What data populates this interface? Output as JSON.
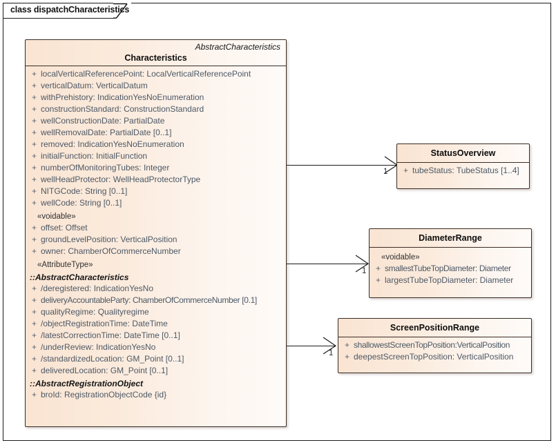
{
  "frame": {
    "label": "class dispatchCharacteristics"
  },
  "classes": {
    "characteristics": {
      "parent_name": "AbstractCharacteristics",
      "name": "Characteristics",
      "sections": [
        {
          "kind": "attrs",
          "items": [
            {
              "vis": "+",
              "text": "localVerticalReferencePoint: LocalVerticalReferencePoint"
            },
            {
              "vis": "+",
              "text": "verticalDatum: VerticalDatum"
            },
            {
              "vis": "+",
              "text": "withPrehistory: IndicationYesNoEnumeration"
            },
            {
              "vis": "+",
              "text": "constructionStandard: ConstructionStandard"
            },
            {
              "vis": "+",
              "text": "wellConstructionDate: PartialDate"
            },
            {
              "vis": "+",
              "text": "wellRemovalDate: PartialDate [0..1]"
            },
            {
              "vis": "+",
              "text": "removed: IndicationYesNoEnumeration"
            },
            {
              "vis": "+",
              "text": "initialFunction: InitialFunction"
            },
            {
              "vis": "+",
              "text": "numberOfMonitoringTubes: Integer"
            },
            {
              "vis": "+",
              "text": "wellHeadProtector: WellHeadProtectorType"
            },
            {
              "vis": "+",
              "text": "NITGCode: String [0..1]"
            },
            {
              "vis": "+",
              "text": "wellCode: String [0..1]"
            }
          ]
        },
        {
          "kind": "stereotype",
          "text": "«voidable»"
        },
        {
          "kind": "attrs",
          "items": [
            {
              "vis": "+",
              "text": "offset: Offset"
            },
            {
              "vis": "+",
              "text": "groundLevelPosition: VerticalPosition"
            },
            {
              "vis": "+",
              "text": "owner: ChamberOfCommerceNumber"
            }
          ]
        },
        {
          "kind": "stereotype",
          "text": "«AttributeType»"
        },
        {
          "kind": "group",
          "text": "::AbstractCharacteristics"
        },
        {
          "kind": "attrs",
          "items": [
            {
              "vis": "+",
              "text": "/deregistered: IndicationYesNo"
            },
            {
              "vis": "+",
              "text": "deliveryAccountableParty: ChamberOfCommerceNumber [0.1]",
              "tight": true
            },
            {
              "vis": "+",
              "text": "qualityRegime: Qualityregime"
            },
            {
              "vis": "+",
              "text": "/objectRegistrationTime: DateTime"
            },
            {
              "vis": "+",
              "text": "/latestCorrectionTime: DateTime [0..1]"
            },
            {
              "vis": "+",
              "text": "/underReview: IndicationYesNo"
            },
            {
              "vis": "+",
              "text": "/standardizedLocation: GM_Point [0..1]"
            },
            {
              "vis": "+",
              "text": "deliveredLocation: GM_Point [0..1]"
            }
          ]
        },
        {
          "kind": "group",
          "text": "::AbstractRegistrationObject"
        },
        {
          "kind": "attrs",
          "items": [
            {
              "vis": "+",
              "text": "broId: RegistrationObjectCode {id}"
            }
          ]
        }
      ]
    },
    "status_overview": {
      "name": "StatusOverview",
      "sections": [
        {
          "kind": "attrs",
          "items": [
            {
              "vis": "+",
              "text": "tubeStatus: TubeStatus [1..4]"
            }
          ]
        }
      ]
    },
    "diameter_range": {
      "name": "DiameterRange",
      "sections": [
        {
          "kind": "stereotype",
          "text": "«voidable»"
        },
        {
          "kind": "attrs",
          "items": [
            {
              "vis": "+",
              "text": "smallestTubeTopDiameter: Diameter",
              "tight": true
            },
            {
              "vis": "+",
              "text": "largestTubeTopDiameter: Diameter"
            }
          ]
        }
      ]
    },
    "screen_position_range": {
      "name": "ScreenPositionRange",
      "sections": [
        {
          "kind": "attrs",
          "items": [
            {
              "vis": "+",
              "text": "shallowestScreenTopPosition:VerticalPosition",
              "tight": true
            },
            {
              "vis": "+",
              "text": "deepestScreenTopPosition: VerticalPosition"
            }
          ]
        }
      ]
    }
  },
  "connectors": [
    {
      "name": "characteristics-to-statusoverview",
      "target_multiplicity": "1"
    },
    {
      "name": "characteristics-to-diameterrange",
      "target_multiplicity": "1"
    },
    {
      "name": "characteristics-to-screenpositionrange",
      "target_multiplicity": "1"
    }
  ],
  "colors": {
    "class_fill_left": "#fae4d2",
    "class_fill_right": "#fefbf8",
    "class_border": "#3a2b22",
    "attr_text": "#4c5866",
    "frame_border": "#1a1a1a"
  }
}
